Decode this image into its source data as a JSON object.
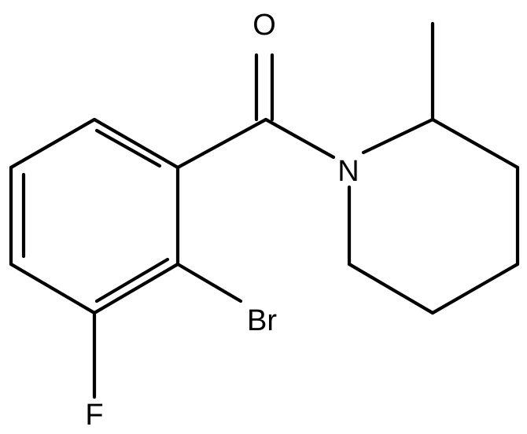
{
  "atoms": {
    "oxygen": "O",
    "nitrogen": "N",
    "bromine": "Br",
    "fluorine": "F"
  },
  "colors": {
    "bond": "#000000",
    "label": "#000000",
    "background": "#ffffff"
  }
}
